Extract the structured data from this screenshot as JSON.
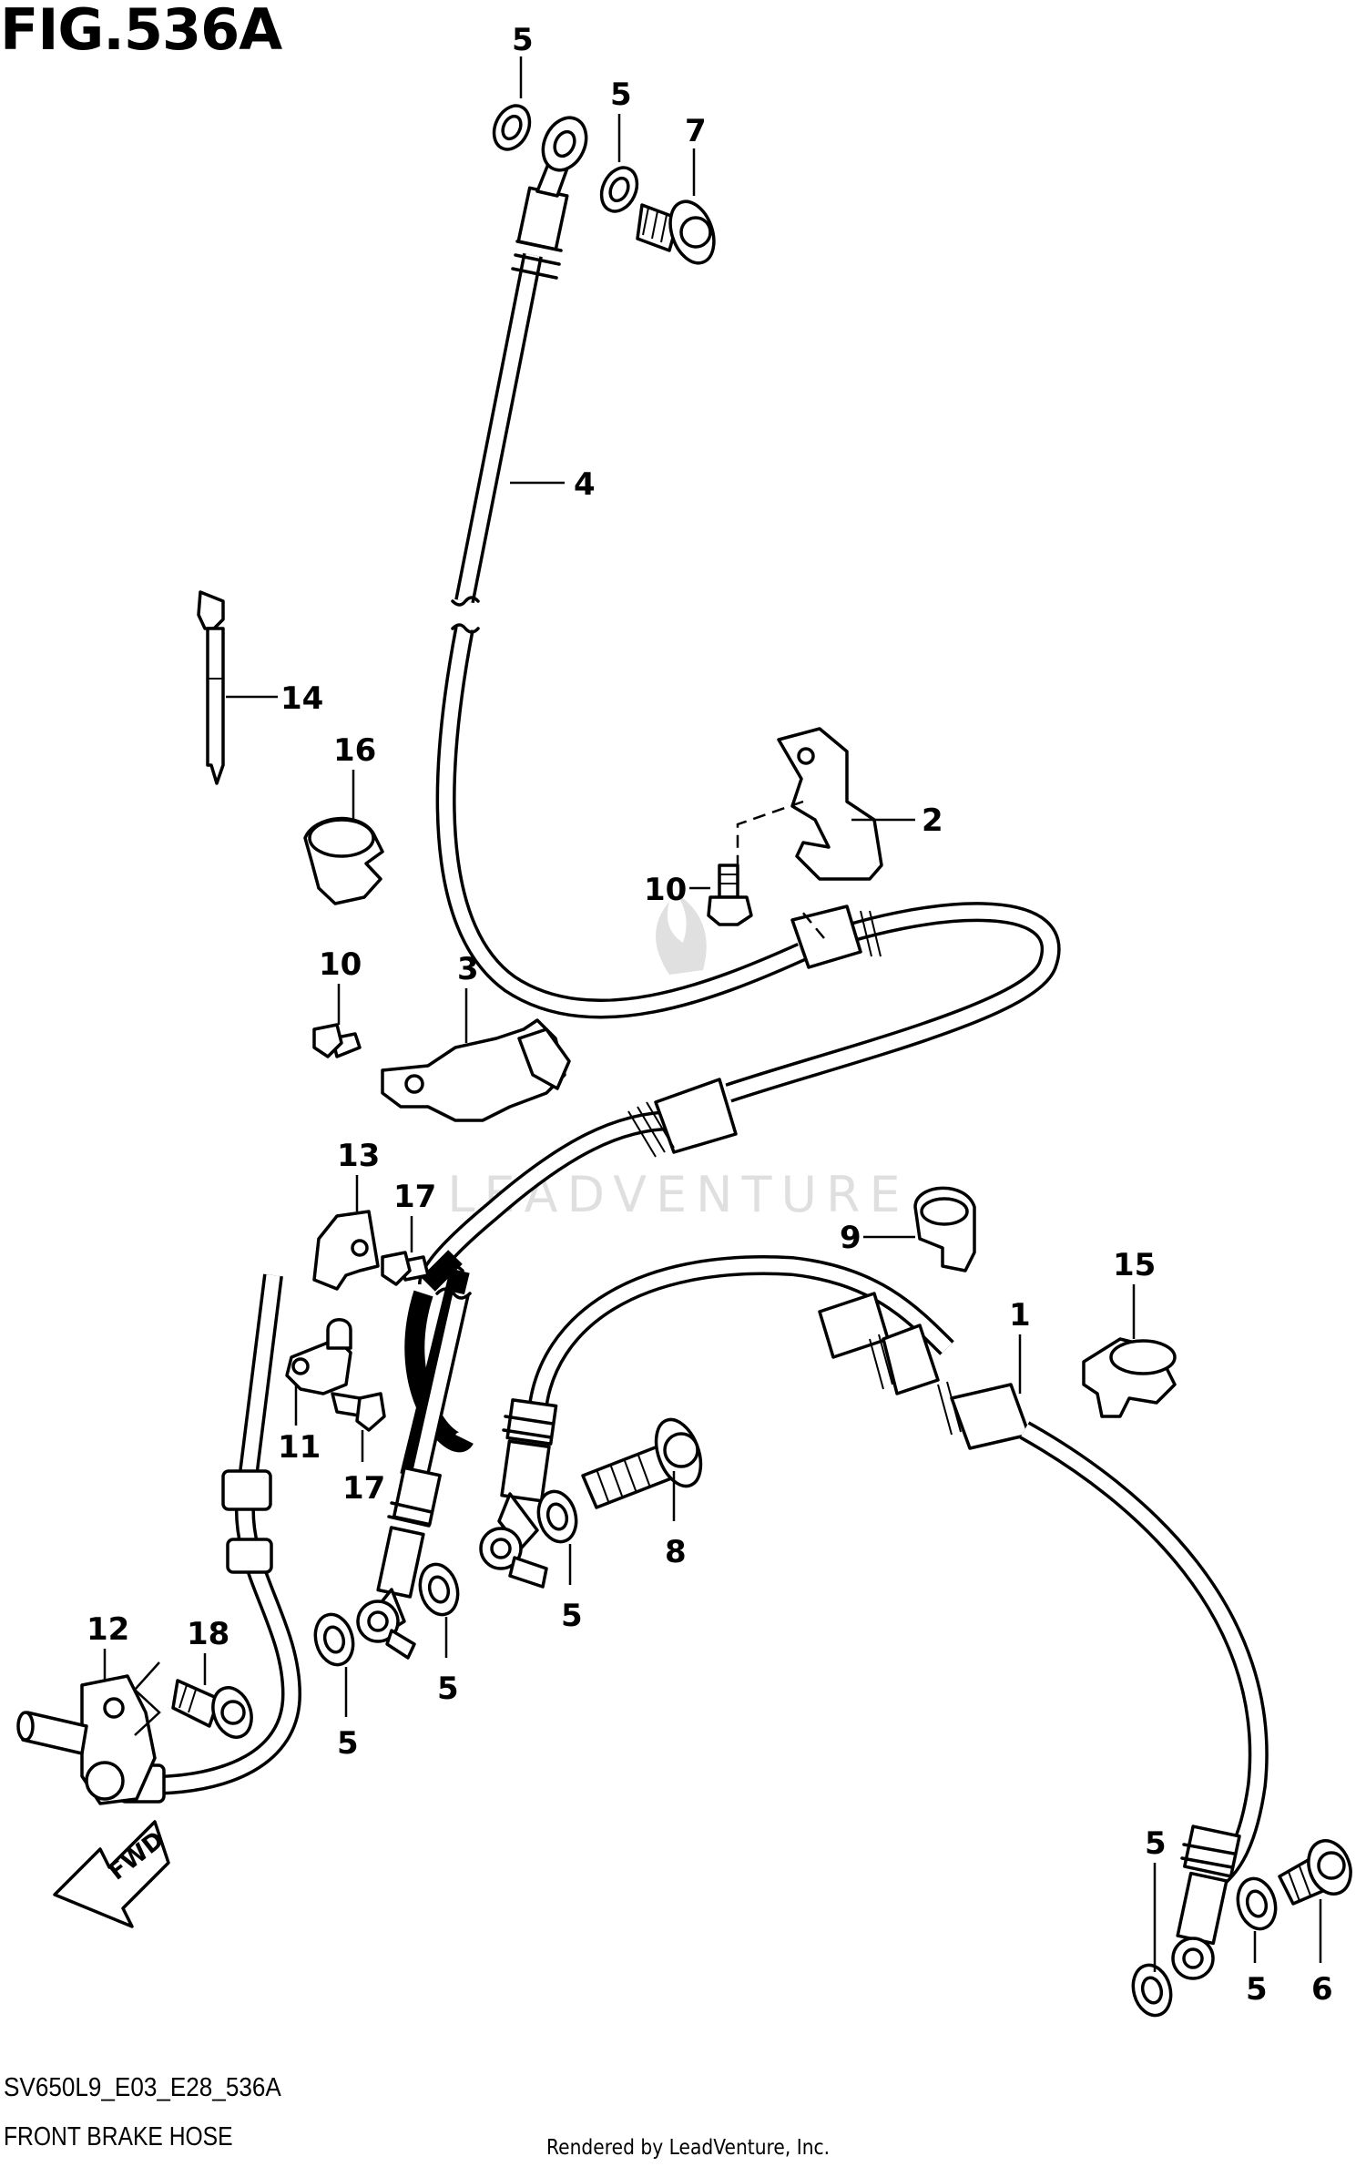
{
  "figure_title": "FIG.536A",
  "model_code": "SV650L9_E03_E28_536A",
  "diagram_name": "FRONT BRAKE HOSE",
  "render_credit": "Rendered by LeadVenture, Inc.",
  "watermark_text": "LEADVENTURE",
  "fwd_label": "FWD",
  "callouts": {
    "c1": "1",
    "c2": "2",
    "c3": "3",
    "c4": "4",
    "c5a": "5",
    "c5b": "5",
    "c5c": "5",
    "c5d": "5",
    "c5e": "5",
    "c5f": "5",
    "c5g": "5",
    "c6": "6",
    "c7": "7",
    "c8": "8",
    "c9": "9",
    "c10a": "10",
    "c10b": "10",
    "c11": "11",
    "c12": "12",
    "c13": "13",
    "c14": "14",
    "c15": "15",
    "c16": "16",
    "c17a": "17",
    "c17b": "17",
    "c18": "18"
  }
}
